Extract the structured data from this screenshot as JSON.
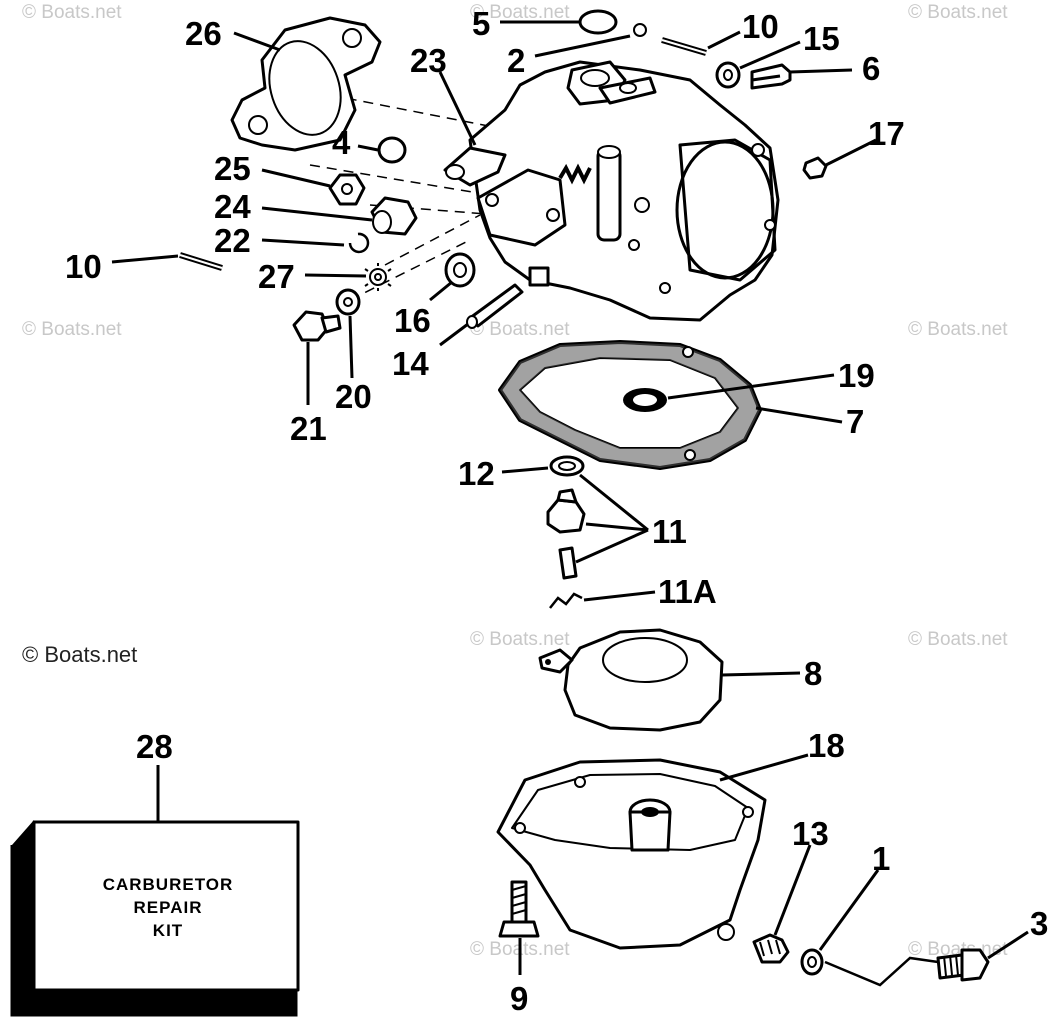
{
  "watermark": "© Boats.net",
  "callouts": [
    {
      "id": "c26",
      "label": "26"
    },
    {
      "id": "c5",
      "label": "5"
    },
    {
      "id": "c2",
      "label": "2"
    },
    {
      "id": "c10a",
      "label": "10"
    },
    {
      "id": "c15",
      "label": "15"
    },
    {
      "id": "c6",
      "label": "6"
    },
    {
      "id": "c23",
      "label": "23"
    },
    {
      "id": "c4",
      "label": "4"
    },
    {
      "id": "c17",
      "label": "17"
    },
    {
      "id": "c25",
      "label": "25"
    },
    {
      "id": "c24",
      "label": "24"
    },
    {
      "id": "c22",
      "label": "22"
    },
    {
      "id": "c10b",
      "label": "10"
    },
    {
      "id": "c27",
      "label": "27"
    },
    {
      "id": "c16",
      "label": "16"
    },
    {
      "id": "c14",
      "label": "14"
    },
    {
      "id": "c21",
      "label": "21"
    },
    {
      "id": "c20",
      "label": "20"
    },
    {
      "id": "c19",
      "label": "19"
    },
    {
      "id": "c7",
      "label": "7"
    },
    {
      "id": "c12",
      "label": "12"
    },
    {
      "id": "c11",
      "label": "11"
    },
    {
      "id": "c11a",
      "label": "11A"
    },
    {
      "id": "c8",
      "label": "8"
    },
    {
      "id": "c28",
      "label": "28"
    },
    {
      "id": "c18",
      "label": "18"
    },
    {
      "id": "c13",
      "label": "13"
    },
    {
      "id": "c1",
      "label": "1"
    },
    {
      "id": "c3",
      "label": "3"
    },
    {
      "id": "c9",
      "label": "9"
    }
  ],
  "kit": {
    "line1": "CARBURETOR",
    "line2": "REPAIR",
    "line3": "KIT"
  }
}
